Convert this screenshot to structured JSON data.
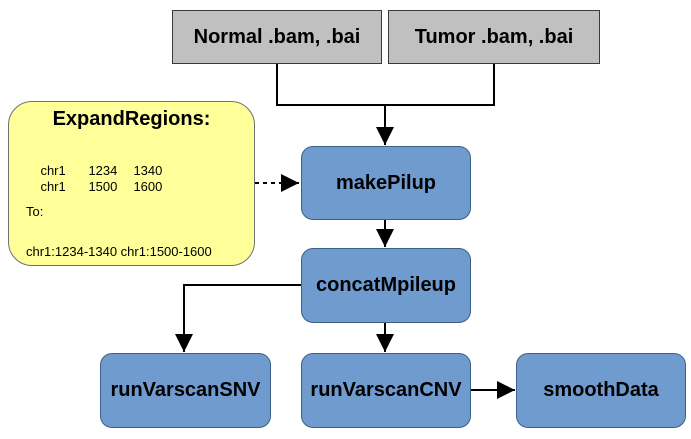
{
  "inputs": {
    "normal": "Normal .bam, .bai",
    "tumor": "Tumor .bam, .bai"
  },
  "note": {
    "title": "ExpandRegions:",
    "rows": [
      {
        "chrom": "chr1",
        "start": "1234",
        "end": "1340"
      },
      {
        "chrom": "chr1",
        "start": "1500",
        "end": "1600"
      }
    ],
    "to_label": "To:",
    "result": "chr1:1234-1340 chr1:1500-1600"
  },
  "steps": {
    "make_pileup": "makePilup",
    "concat_mpileup": "concatMpileup",
    "run_varscan_snv": "runVarscanSNV",
    "run_varscan_cnv": "runVarscanCNV",
    "smooth_data": "smoothData"
  },
  "colors": {
    "input_fill": "#c0c0c0",
    "step_fill": "#6f9bcf",
    "note_fill": "#ffff99",
    "connector": "#000000"
  }
}
